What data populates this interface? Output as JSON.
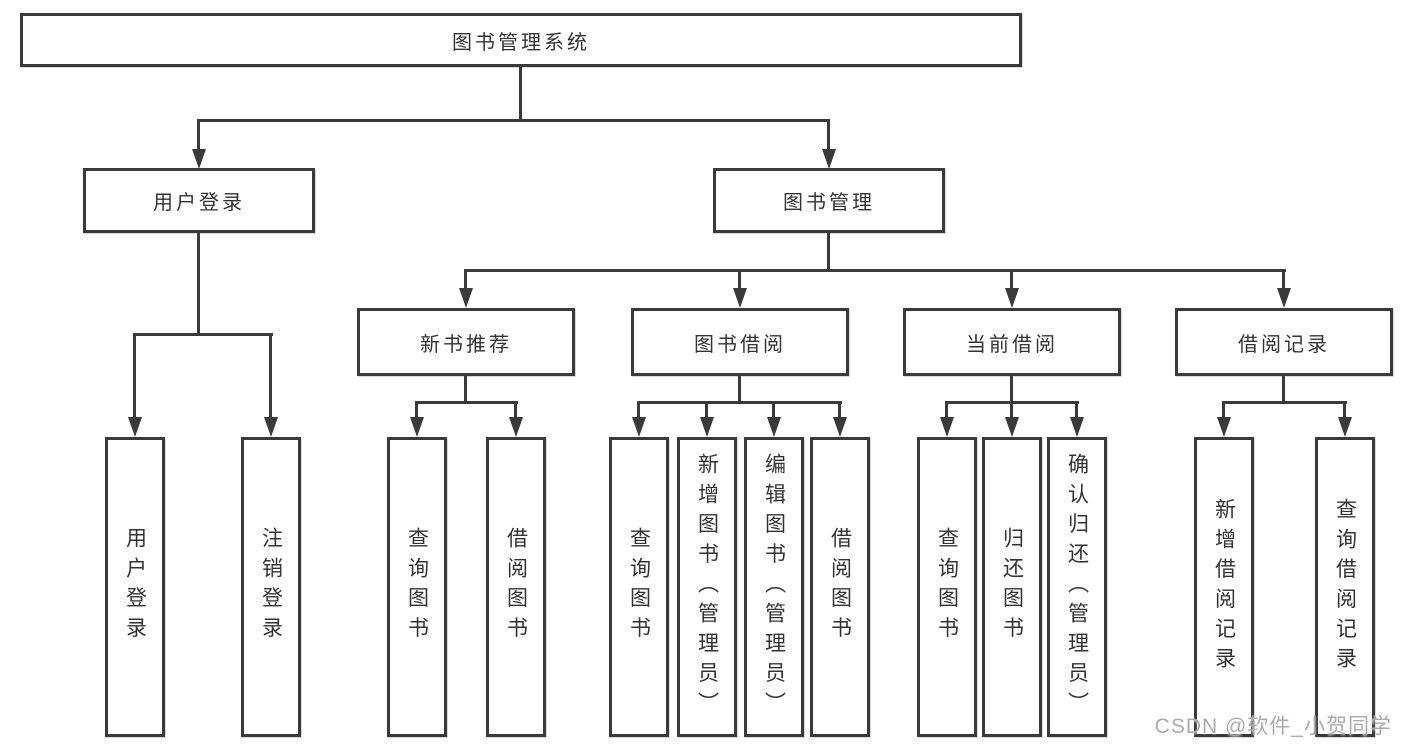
{
  "watermark": "CSDN @软件_小贺同学",
  "colors": {
    "line": "#3a3a3a",
    "text": "#333333",
    "watermark": "#ababab",
    "background": "#ffffff"
  },
  "tree": {
    "root": {
      "label": "图书管理系统",
      "children": [
        {
          "label": "用户登录",
          "children": [
            {
              "label": "用户登录"
            },
            {
              "label": "注销登录"
            }
          ]
        },
        {
          "label": "图书管理",
          "children": [
            {
              "label": "新书推荐",
              "children": [
                {
                  "label": "查询图书"
                },
                {
                  "label": "借阅图书"
                }
              ]
            },
            {
              "label": "图书借阅",
              "children": [
                {
                  "label": "查询图书"
                },
                {
                  "label": "新增图书（管理员）"
                },
                {
                  "label": "编辑图书（管理员）"
                },
                {
                  "label": "借阅图书"
                }
              ]
            },
            {
              "label": "当前借阅",
              "children": [
                {
                  "label": "查询图书"
                },
                {
                  "label": "归还图书"
                },
                {
                  "label": "确认归还（管理员）"
                }
              ]
            },
            {
              "label": "借阅记录",
              "children": [
                {
                  "label": "新增借阅记录"
                },
                {
                  "label": "查询借阅记录"
                }
              ]
            }
          ]
        }
      ]
    }
  }
}
